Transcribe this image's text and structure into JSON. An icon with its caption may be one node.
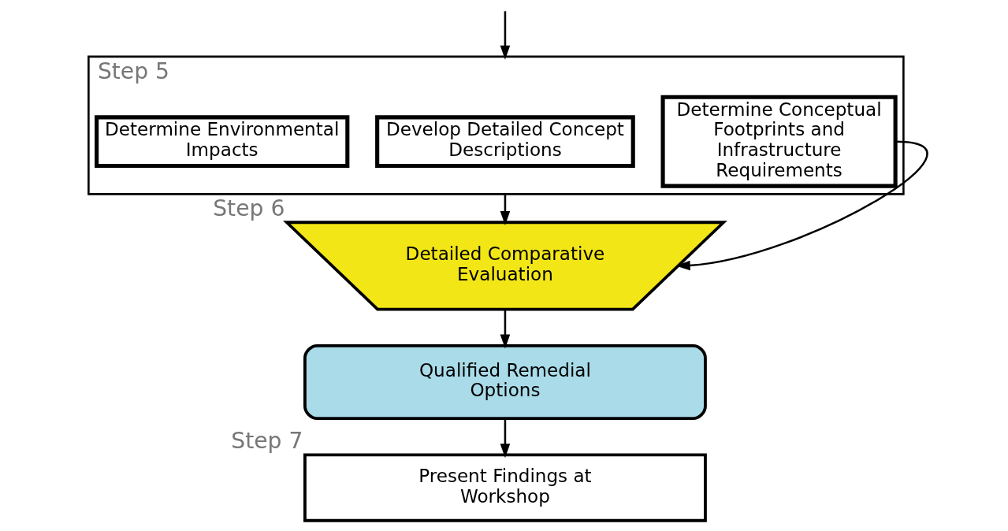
{
  "diagram": {
    "nodes": [
      {
        "text": [
          "Step 5"
        ]
      },
      {
        "text": [
          "Determine Environmental Impacts"
        ],
        "in": 0
      },
      {
        "text": [
          "Develop Detailed Concept Descriptions"
        ],
        "in": 0
      },
      {
        "text": [
          "Determine Conceptual Footprints and Infrastructure Requirements"
        ],
        "in": 0
      },
      {
        "text": [
          "Detailed Comparative Evaluation"
        ],
        "beside": [
          "Step 6"
        ]
      },
      {
        "text": [
          "Qualified Remedial Options"
        ]
      },
      {
        "text": [
          "Present Findings at Workshop"
        ],
        "beside": [
          "Step 7"
        ]
      }
    ],
    "edges": [
      {
        "from": null,
        "to": 0,
        "arrow": "to"
      },
      {
        "from": 0,
        "to": 4,
        "arrow": "to"
      },
      {
        "from": 3,
        "to": 4,
        "arrow": "to"
      },
      {
        "from": 4,
        "to": 5,
        "arrow": "to"
      },
      {
        "from": 5,
        "to": 6,
        "arrow": "to"
      }
    ]
  }
}
